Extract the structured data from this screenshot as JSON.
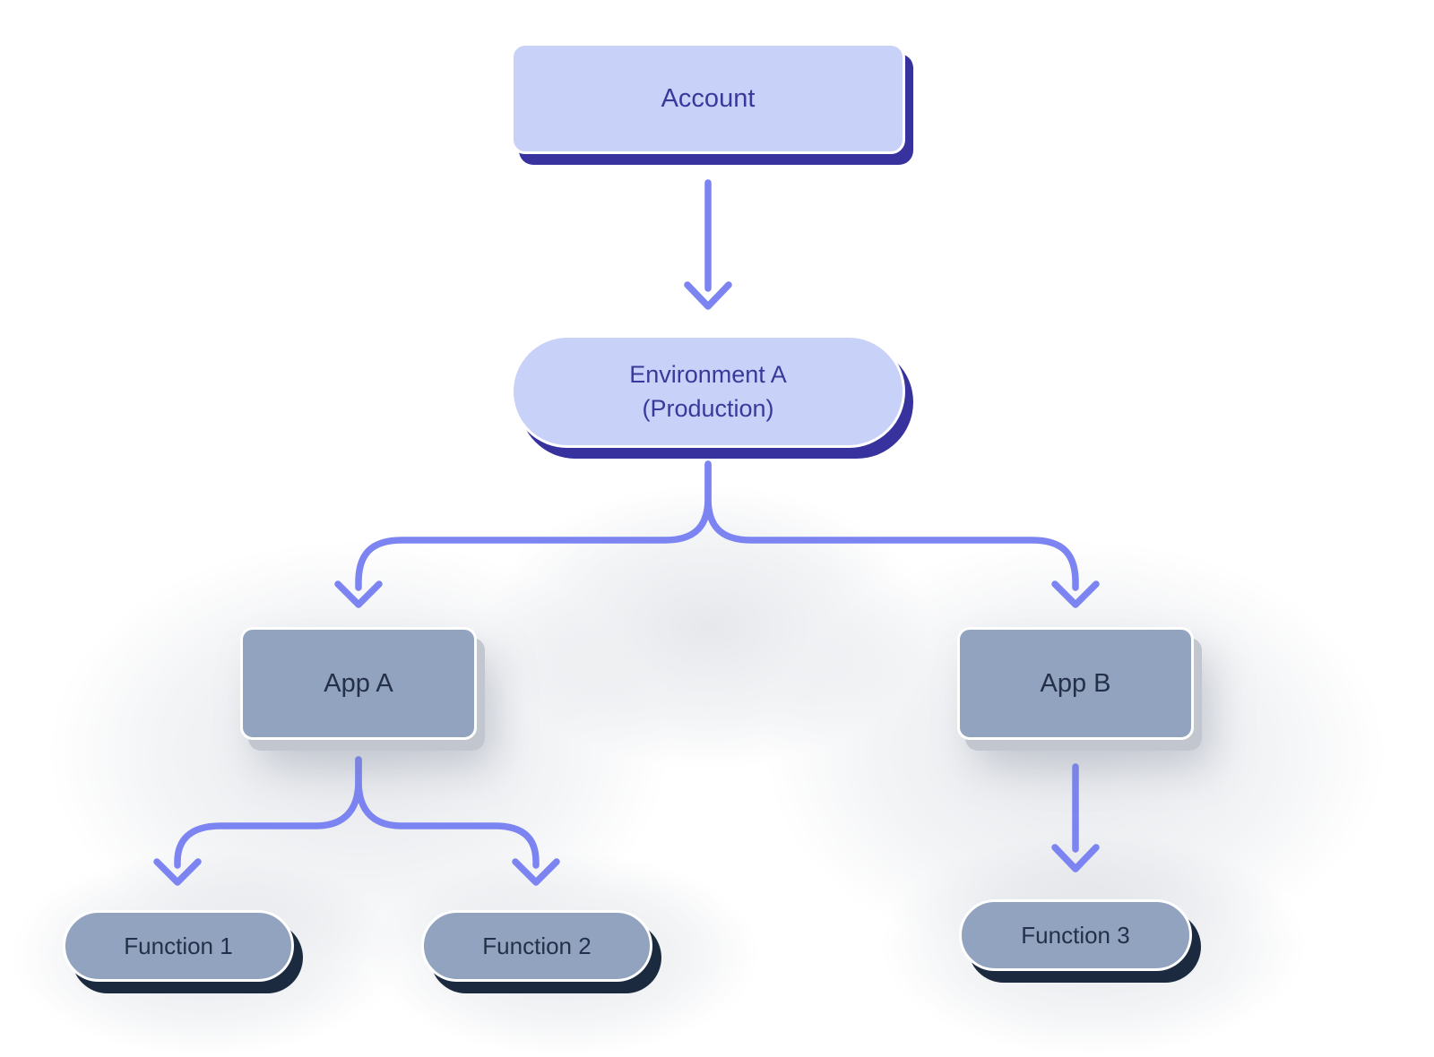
{
  "diagram": {
    "type": "hierarchy-flowchart",
    "nodes": {
      "account": {
        "label": "Account"
      },
      "environment": {
        "label_line1": "Environment A",
        "label_line2": "(Production)"
      },
      "app_a": {
        "label": "App A"
      },
      "app_b": {
        "label": "App B"
      },
      "function_1": {
        "label": "Function 1"
      },
      "function_2": {
        "label": "Function 2"
      },
      "function_3": {
        "label": "Function 3"
      }
    },
    "edges": [
      {
        "from": "account",
        "to": "environment"
      },
      {
        "from": "environment",
        "to": "app_a"
      },
      {
        "from": "environment",
        "to": "app_b"
      },
      {
        "from": "app_a",
        "to": "function_1"
      },
      {
        "from": "app_a",
        "to": "function_2"
      },
      {
        "from": "app_b",
        "to": "function_3"
      }
    ],
    "colors": {
      "lavender_fill": "#c8d2f8",
      "indigo_shadow": "#37329e",
      "indigo_text": "#3b389c",
      "slate_fill": "#91a3be",
      "slate_text": "#243049",
      "navy_shadow": "#1c2a40",
      "app_shadow": "#c2c6cf",
      "arrow": "#7c84f1",
      "node_border": "#ffffff"
    }
  }
}
